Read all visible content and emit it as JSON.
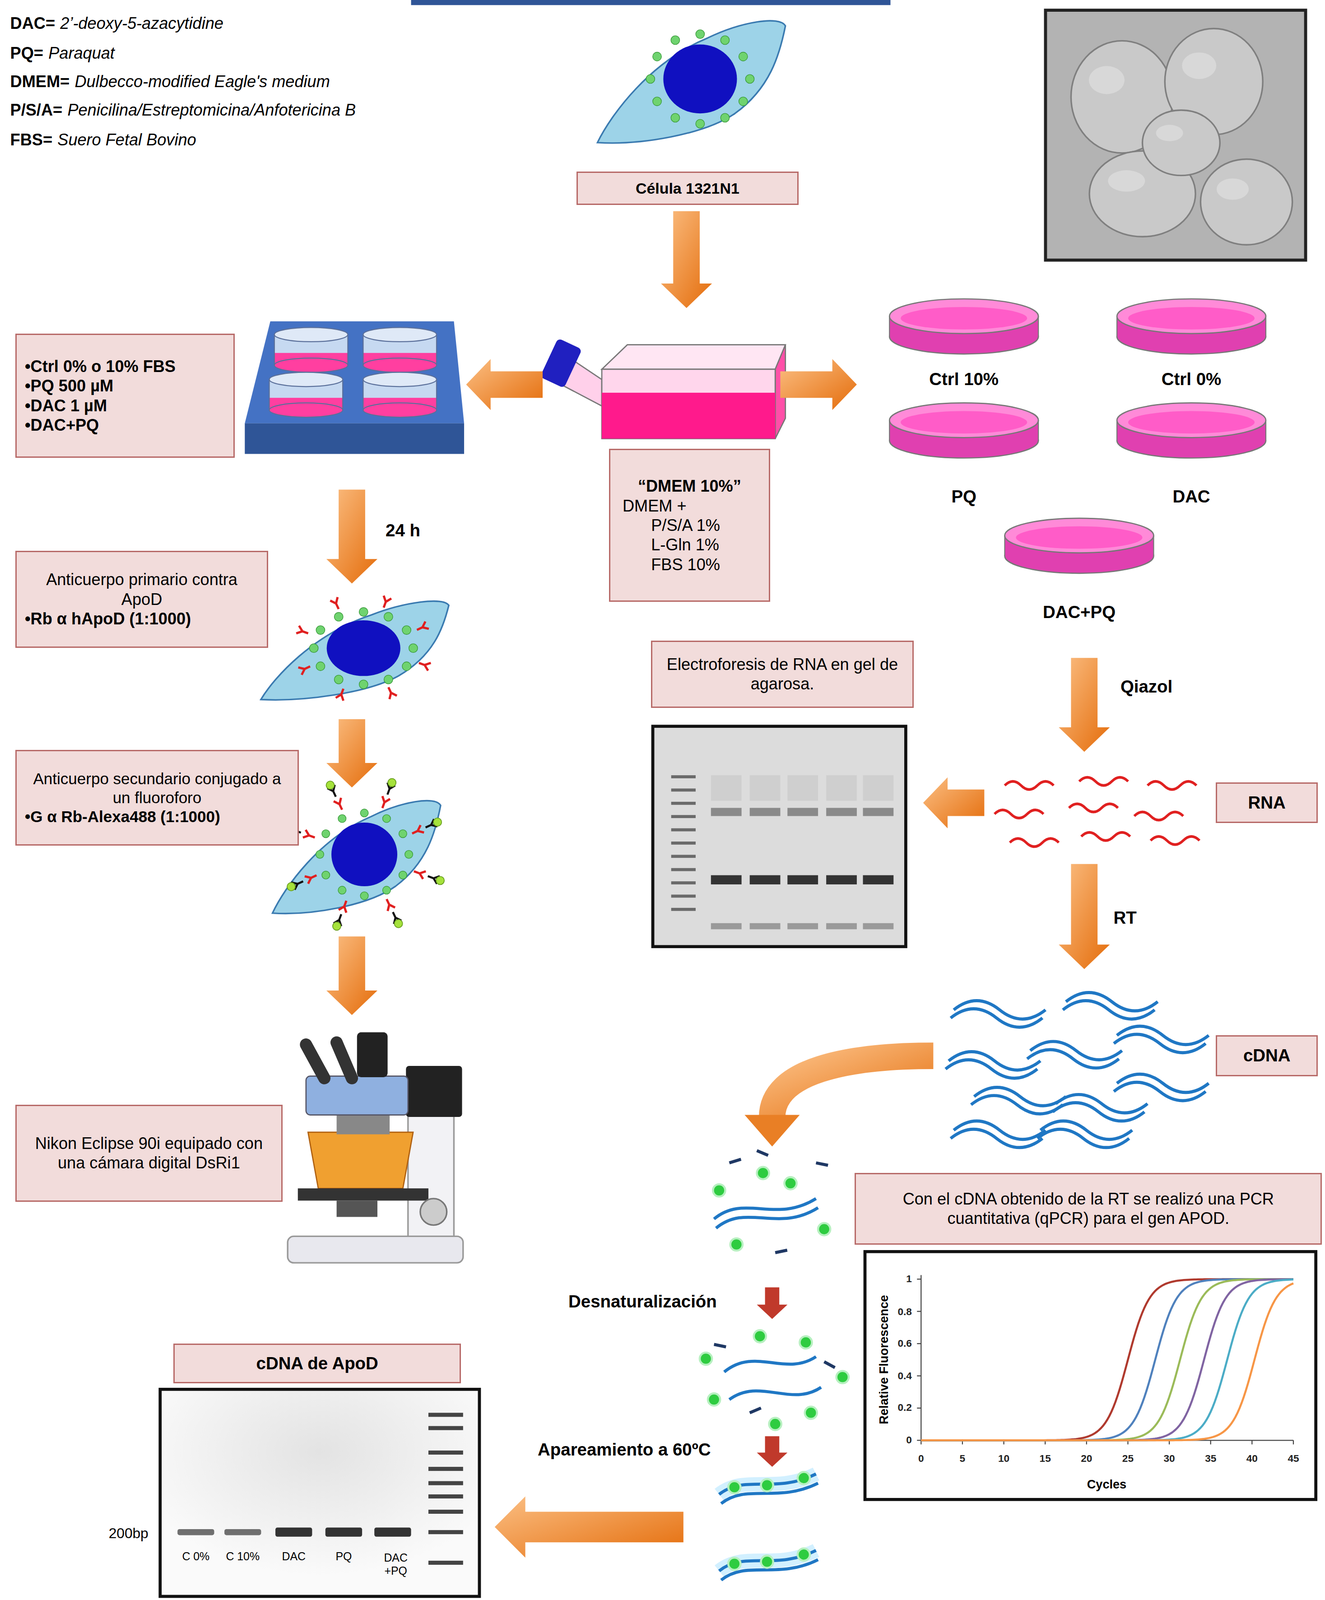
{
  "diagram": {
    "nodes": [
      {
        "text": [
          "Célula 1321N1"
        ]
      },
      {
        "text": [
          "•Ctrl 0% o 10% FBS",
          "•PQ 500 µM",
          "•DAC 1 µM",
          "•DAC+PQ"
        ]
      },
      {
        "text": [
          "“DMEM 10%”",
          "DMEM +",
          "P/S/A 1%",
          "L-Gln 1%",
          "FBS 10%"
        ]
      },
      {
        "text": [
          "Anticuerpo primario contra ApoD",
          "•Rb α hApoD (1:1000)"
        ]
      },
      {
        "text": [
          "Electroforesis de RNA en gel de agarosa."
        ]
      },
      {
        "text": [
          "Anticuerpo secundario conjugado a un fluoroforo",
          "•G α Rb-Alexa488 (1:1000)"
        ]
      },
      {
        "text": [
          "RNA"
        ]
      },
      {
        "text": [
          "cDNA"
        ]
      },
      {
        "text": [
          "Nikon Eclipse 90i equipado con una cámara digital DsRi1"
        ]
      },
      {
        "text": [
          "Con el cDNA obtenido de la RT se realizó una PCR cuantitativa (qPCR) para el gen APOD."
        ]
      },
      {
        "text": [
          "cDNA de ApoD"
        ]
      }
    ],
    "labels": [
      "DAC=",
      "2’-deoxy-5-azacytidine",
      "PQ=",
      "Paraquat",
      "DMEM=",
      "Dulbecco-modified Eagle's medium",
      "P/S/A=",
      "Penicilina/Estreptomicina/Anfotericina B",
      "FBS=",
      "Suero Fetal Bovino",
      "Ctrl 10%",
      "Ctrl 0%",
      "PQ",
      "DAC",
      "DAC+PQ",
      "24 h",
      "Qiazol",
      "RT",
      "Desnaturalización",
      "Apareamiento a 60ºC",
      "1",
      "0.8",
      "0.6",
      "0.4",
      "0.2",
      "0",
      "0",
      "5",
      "10",
      "15",
      "20",
      "25",
      "30",
      "35",
      "40",
      "45",
      "Relative Fluorescence",
      "Cycles",
      "200bp",
      "C 0%",
      "C 10%",
      "DAC",
      "PQ",
      "DAC +PQ"
    ]
  }
}
